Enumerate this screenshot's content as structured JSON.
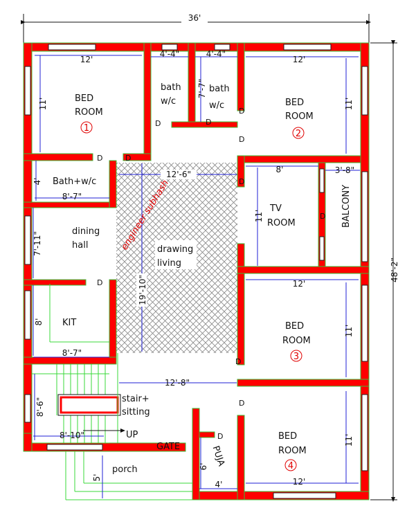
{
  "overall": {
    "width": "36'",
    "depth": "48'-2\""
  },
  "rooms": {
    "bed1": {
      "name1": "BED",
      "name2": "ROOM",
      "number": "1",
      "width": "12'",
      "depth": "11'"
    },
    "bath1": {
      "name1": "bath",
      "name2": "w/c",
      "width": "4'-4\""
    },
    "bath2": {
      "name1": "bath",
      "name2": "w/c",
      "width": "4'-4\"",
      "depth": "7'-7\""
    },
    "bed2": {
      "name1": "BED",
      "name2": "ROOM",
      "number": "2",
      "width": "12'",
      "depth": "11'"
    },
    "bathwc": {
      "name": "Bath+w/c",
      "width": "8'-7\"",
      "depth": "4'"
    },
    "drawing": {
      "name1": "drawing",
      "name2": "living",
      "width": "12'-6\"",
      "depth": "19'-10\""
    },
    "tv": {
      "name1": "TV",
      "name2": "ROOM",
      "width": "8'",
      "depth": "11'"
    },
    "balcony": {
      "name": "BALCONY",
      "width": "3'-8\""
    },
    "dining": {
      "name1": "dining",
      "name2": "hall",
      "depth": "7'-11\""
    },
    "kit": {
      "name": "KIT",
      "width": "8'-7\"",
      "depth": "8'"
    },
    "bed3": {
      "name1": "BED",
      "name2": "ROOM",
      "number": "3",
      "width": "12'",
      "depth": "11'"
    },
    "passage": {
      "width": "12'-8\""
    },
    "stair": {
      "name1": "stair+",
      "name2": "sitting",
      "width": "8'-10\"",
      "depth": "8'-6\"",
      "up": "UP"
    },
    "puja": {
      "name": "PUJA",
      "width": "4'",
      "depth": "6'"
    },
    "bed4": {
      "name1": "BED",
      "name2": "ROOM",
      "number": "4",
      "width": "12'",
      "depth": "11'"
    },
    "porch": {
      "name": "porch",
      "depth": "5'",
      "gate": "GATE"
    }
  },
  "door_mark": "D",
  "watermark": "engineer subhash",
  "colors": {
    "wall": "#ff0000",
    "wall_edge": "#38c038",
    "dimension": "#1f1fd6",
    "marker": "#e00000",
    "hatch": "#888888"
  }
}
